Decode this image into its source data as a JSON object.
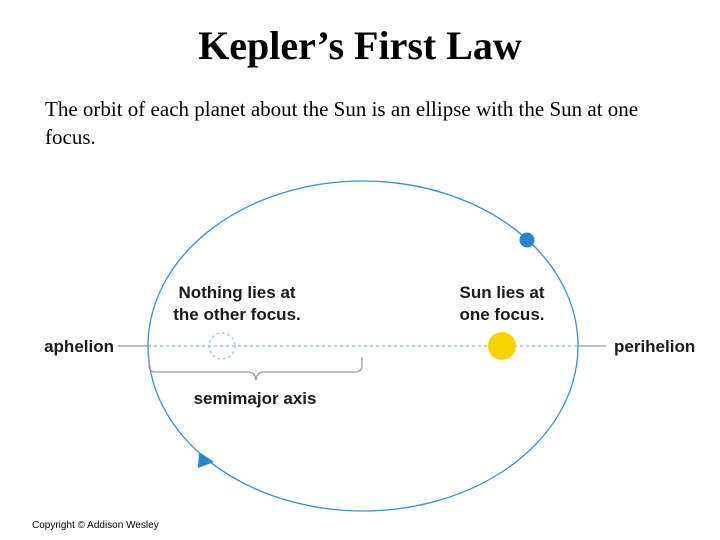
{
  "title": "Kepler’s First Law",
  "description": "The orbit of each planet about the Sun is an ellipse with the Sun at one focus.",
  "diagram": {
    "label_empty_focus_line1": "Nothing lies at",
    "label_empty_focus_line2": "the other focus.",
    "label_sun_focus_line1": "Sun lies at",
    "label_sun_focus_line2": "one focus.",
    "label_aphelion": "aphelion",
    "label_perihelion": "perihelion",
    "label_semimajor": "semimajor axis",
    "colors": {
      "orbit": "#3a8fd0",
      "planet": "#2a85cc",
      "sun": "#f7d400",
      "axis": "#7cc0e6",
      "text": "#1a1a1a"
    }
  },
  "copyright": "Copyright © Addison Wesley"
}
